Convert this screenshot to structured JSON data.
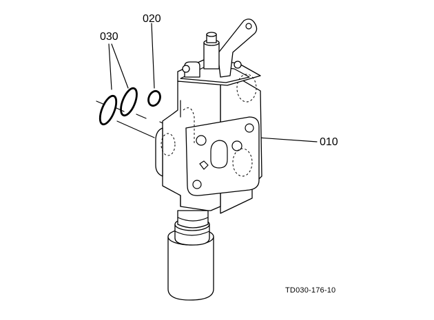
{
  "callouts": {
    "part_010": "010",
    "part_020": "020",
    "part_030": "030"
  },
  "drawing_code": "TD030-176-10"
}
